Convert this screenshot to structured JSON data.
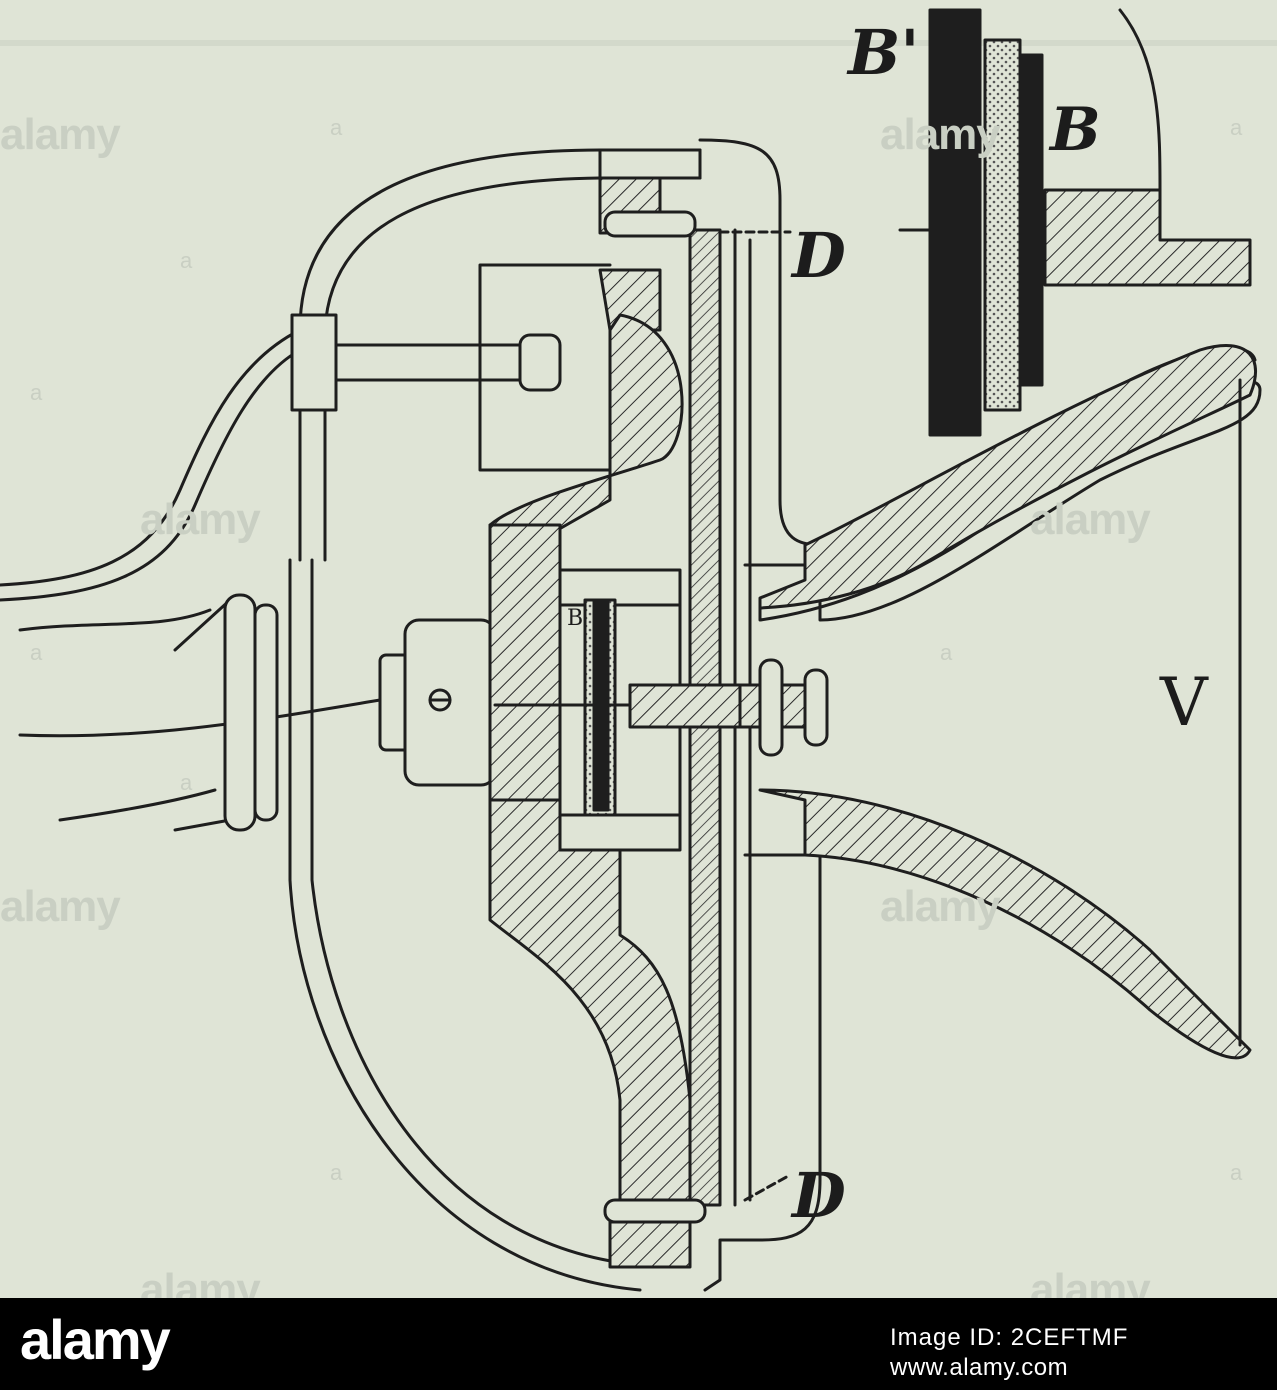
{
  "figure": {
    "labels": {
      "b_prime": "B'",
      "b": "B",
      "d_top": "D",
      "d_bottom": "D",
      "v": "V",
      "b_inner": "B"
    },
    "watermark_text": "alamy",
    "watermark_letter": "a",
    "colors": {
      "paper": "#dfe4d6",
      "ink": "#1e1e1e",
      "watermark": "#c9cfc3"
    }
  },
  "footer": {
    "brand": "alamy",
    "image_id": "Image ID: 2CEFTMF",
    "url": "www.alamy.com"
  }
}
